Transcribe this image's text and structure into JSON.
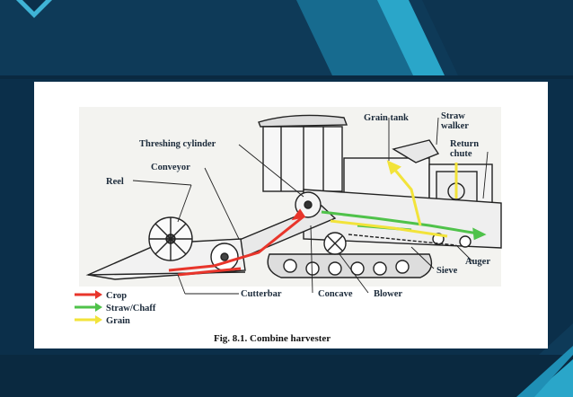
{
  "labels": {
    "grain_tank": "Grain tank",
    "straw_walker_1": "Straw",
    "straw_walker_2": "walker",
    "threshing_cylinder": "Threshing cylinder",
    "return_chute_1": "Return",
    "return_chute_2": "chute",
    "conveyor": "Conveyor",
    "reel": "Reel",
    "auger": "Auger",
    "sieve": "Sieve",
    "cutterbar": "Cutterbar",
    "concave": "Concave",
    "blower": "Blower"
  },
  "legend": [
    {
      "label": "Crop",
      "color": "#e8352b"
    },
    {
      "label": "Straw/Chaff",
      "color": "#4fc24a"
    },
    {
      "label": "Grain",
      "color": "#f2e33a"
    }
  ],
  "caption": "Fig. 8.1. Combine harvester",
  "colors": {
    "background": "#0b2f4a",
    "accent_stripe": "#1f8fb5",
    "crop": "#e8352b",
    "straw": "#4fc24a",
    "grain": "#f2e33a"
  }
}
